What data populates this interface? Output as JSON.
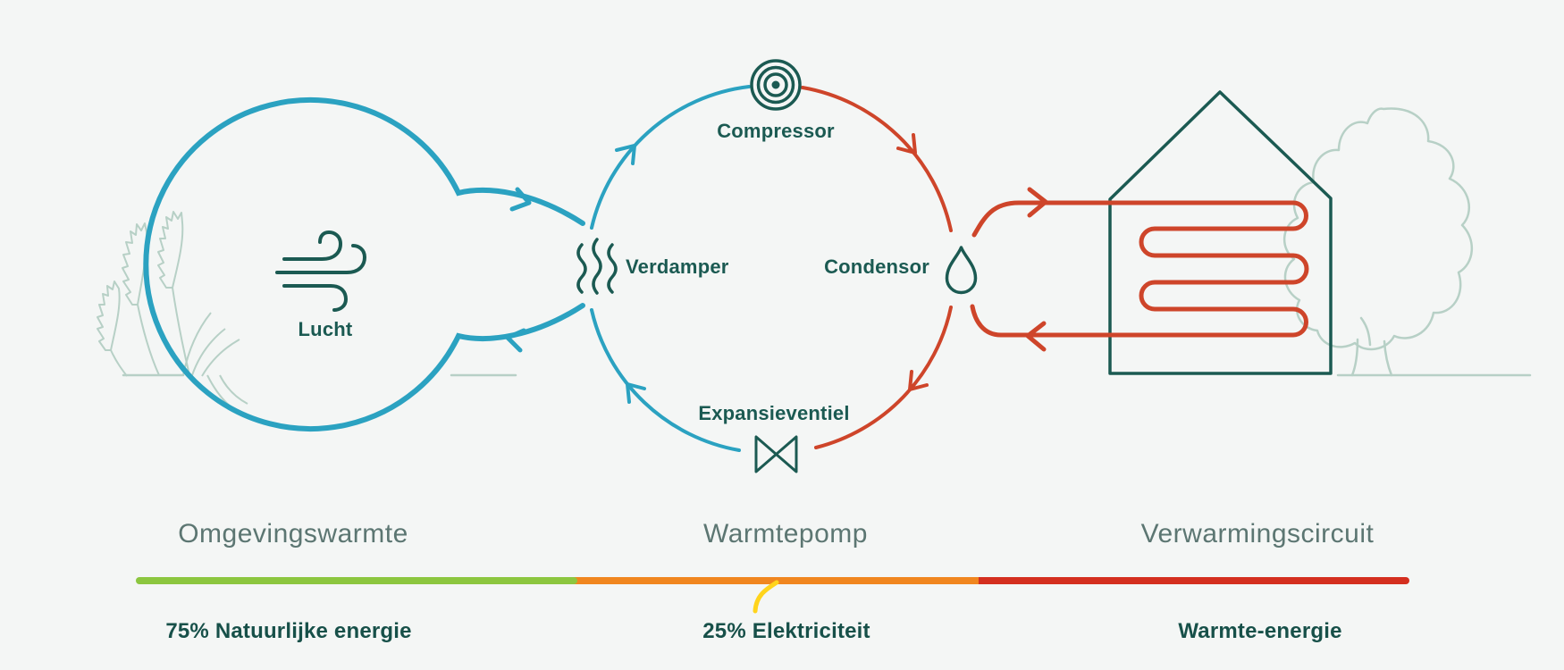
{
  "sections": {
    "left": {
      "title": "Omgevingswarmte",
      "energy_label": "75% Natuurlijke energie"
    },
    "middle": {
      "title": "Warmtepomp",
      "energy_label": "25% Elektriciteit"
    },
    "right": {
      "title": "Verwarmingscircuit",
      "energy_label": "Warmte-energie"
    }
  },
  "air_source": {
    "label": "Lucht"
  },
  "cycle": {
    "compressor_label": "Compressor",
    "evaporator_label": "Verdamper",
    "condenser_label": "Condensor",
    "expansion_valve_label": "Expansieventiel"
  },
  "energy_bar": {
    "segments": [
      {
        "name": "natural-energy",
        "color": "#8cc63f"
      },
      {
        "name": "electricity",
        "color": "#f0861f"
      },
      {
        "name": "heat-energy",
        "color": "#d42f1f"
      }
    ]
  },
  "colors": {
    "background": "#f4f6f5",
    "air_loop_blue": "#2ba2c1",
    "heat_loop_red": "#ce452a",
    "ink_teal": "#1b5a52",
    "foliage_sage": "#b7d0c6",
    "cable_yellow": "#ffd41c",
    "section_label_gray": "#5c7672"
  }
}
